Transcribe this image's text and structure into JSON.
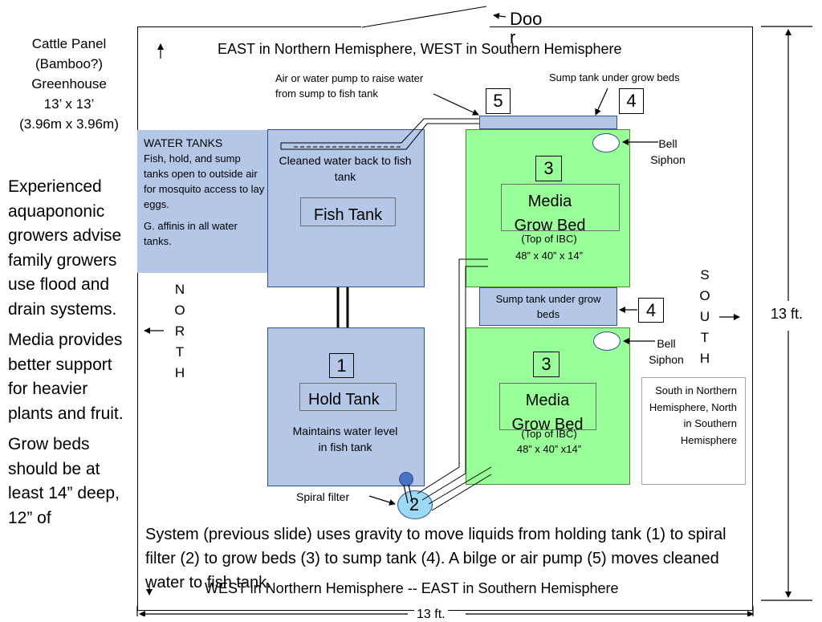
{
  "title": {
    "line1": "Cattle Panel",
    "line2": "(Bamboo?)",
    "line3": "Greenhouse",
    "line4": "13’ x 13’",
    "line5": "(3.96m x 3.96m)"
  },
  "left_notes": {
    "para1": "Experienced aquapononic growers advise family growers use flood and drain systems.",
    "para2": "Media provides better support for heavier plants and fruit.",
    "para3": "Grow beds should be at least 14” deep, 12” of"
  },
  "door_label": "Doo r",
  "top_direction": "EAST in Northern Hemisphere, WEST in Southern Hemisphere",
  "bottom_direction": "WEST in Northern Hemisphere -- EAST in Southern Hemisphere",
  "pump_note": "Air or water pump to raise water from sump to fish tank",
  "sump_note_top": "Sump tank under grow beds",
  "sump_note_mid": "Sump tank under grow beds",
  "water_tanks": {
    "heading": "WATER TANKS",
    "line1": "Fish, hold, and sump tanks open to outside air for mosquito access to lay eggs.",
    "line2": "G. affinis in all water tanks."
  },
  "fish_tank": {
    "cleaned_water": "Cleaned water back to fish tank",
    "label": "Fish Tank"
  },
  "hold_tank": {
    "number": "1",
    "label": "Hold Tank",
    "note": "Maintains water level in fish tank"
  },
  "grow_bed_top": {
    "number": "3",
    "label": "Media Grow Bed",
    "ibc": "(Top of IBC)",
    "dims": "48” x 40” x 14”"
  },
  "grow_bed_bottom": {
    "number": "3",
    "label": "Media Grow Bed",
    "ibc": "(Top of IBC)",
    "dims": "48” x 40” x14”"
  },
  "numbers": {
    "pump": "5",
    "sump_top": "4",
    "sump_mid": "4",
    "filter": "2"
  },
  "bell_siphon_top": "Bell Siphon",
  "bell_siphon_bottom": "Bell Siphon",
  "spiral_filter": "Spiral filter",
  "north_letters": [
    "N",
    "O",
    "R",
    "T",
    "H"
  ],
  "south_letters": [
    "S",
    "O",
    "U",
    "T",
    "H"
  ],
  "south_note": "South in Northern Hemisphere, North in Southern Hemisphere",
  "dimension_right": "13 ft.",
  "dimension_bottom": "13 ft.",
  "system_note": "System (previous slide) uses gravity to move liquids from holding tank (1) to spiral filter (2) to grow beds (3) to sump tank (4). A bilge or air pump (5) moves cleaned water to fish tank.",
  "colors": {
    "tank_blue": "#b4c7e7",
    "bed_green": "#99ff99",
    "filter_blue": "#9dd9f3",
    "outline_blue": "#2f528f"
  }
}
